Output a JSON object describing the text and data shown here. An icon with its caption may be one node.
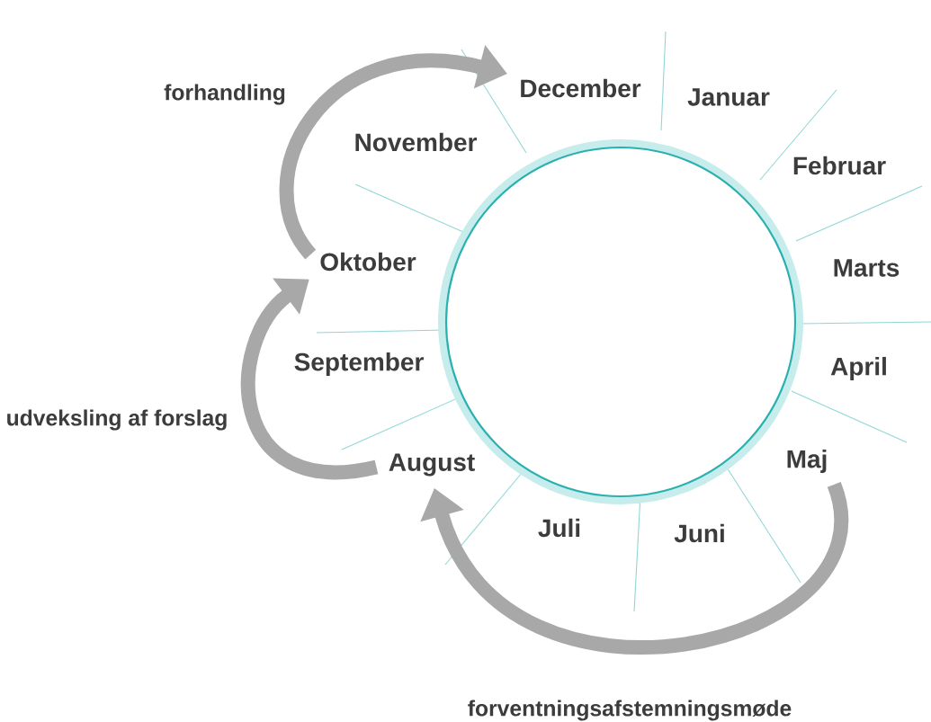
{
  "diagram": {
    "nodes": [
      {
        "text": [],
        "shape": "circle"
      },
      {
        "text": [
          "Januar"
        ]
      },
      {
        "text": [
          "Februar"
        ]
      },
      {
        "text": [
          "Marts"
        ]
      },
      {
        "text": [
          "April"
        ]
      },
      {
        "text": [
          "Maj"
        ]
      },
      {
        "text": [
          "Juni"
        ]
      },
      {
        "text": [
          "Juli"
        ]
      },
      {
        "text": [
          "August"
        ]
      },
      {
        "text": [
          "September"
        ]
      },
      {
        "text": [
          "Oktober"
        ]
      },
      {
        "text": [
          "November"
        ]
      },
      {
        "text": [
          "December"
        ]
      }
    ],
    "edges": [
      {
        "from": 10,
        "to": 12,
        "arrow": "to",
        "label": "forhandling"
      },
      {
        "from": 8,
        "to": 10,
        "arrow": "to",
        "label": "udveksling af forslag"
      },
      {
        "from": 5,
        "to": 8,
        "arrow": "to",
        "label": "forventningsafstemningsmøde"
      }
    ]
  }
}
